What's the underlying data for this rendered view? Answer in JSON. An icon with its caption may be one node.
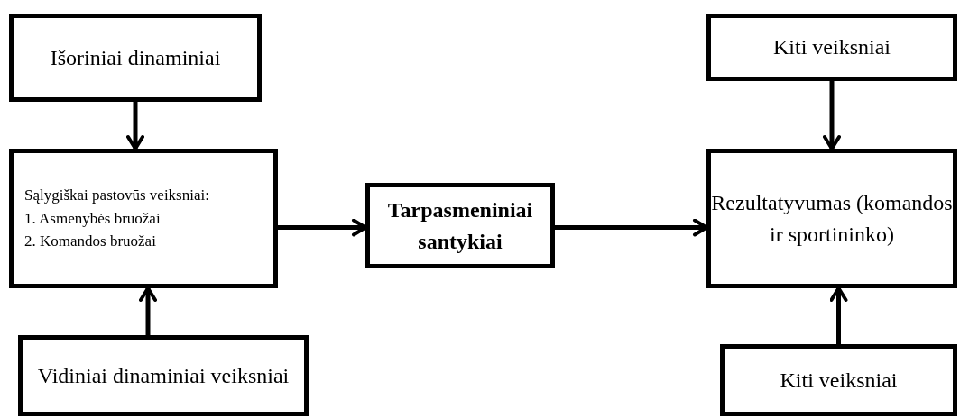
{
  "diagram": {
    "nodes": [
      {
        "text": [
          "Išoriniai dinaminiai"
        ]
      },
      {
        "text": [
          "Sąlygiškai pastovūs veiksniai:",
          "1. Asmenybės bruožai",
          "2. Komandos bruožai"
        ]
      },
      {
        "text": [
          "Vidiniai dinaminiai veiksniai"
        ]
      },
      {
        "text": [
          "Tarpasmeniniai santykiai"
        ]
      },
      {
        "text": [
          "Kiti veiksniai"
        ]
      },
      {
        "text": [
          "Rezultatyvumas (komandos ir sportininko)"
        ]
      },
      {
        "text": [
          "Kiti veiksniai"
        ]
      }
    ],
    "edges": [
      {
        "from": 0,
        "to": 1,
        "arrow": "to"
      },
      {
        "from": 2,
        "to": 1,
        "arrow": "to"
      },
      {
        "from": 1,
        "to": 3,
        "arrow": "to"
      },
      {
        "from": 3,
        "to": 5,
        "arrow": "to"
      },
      {
        "from": 4,
        "to": 5,
        "arrow": "to"
      },
      {
        "from": 6,
        "to": 5,
        "arrow": "to"
      }
    ]
  }
}
